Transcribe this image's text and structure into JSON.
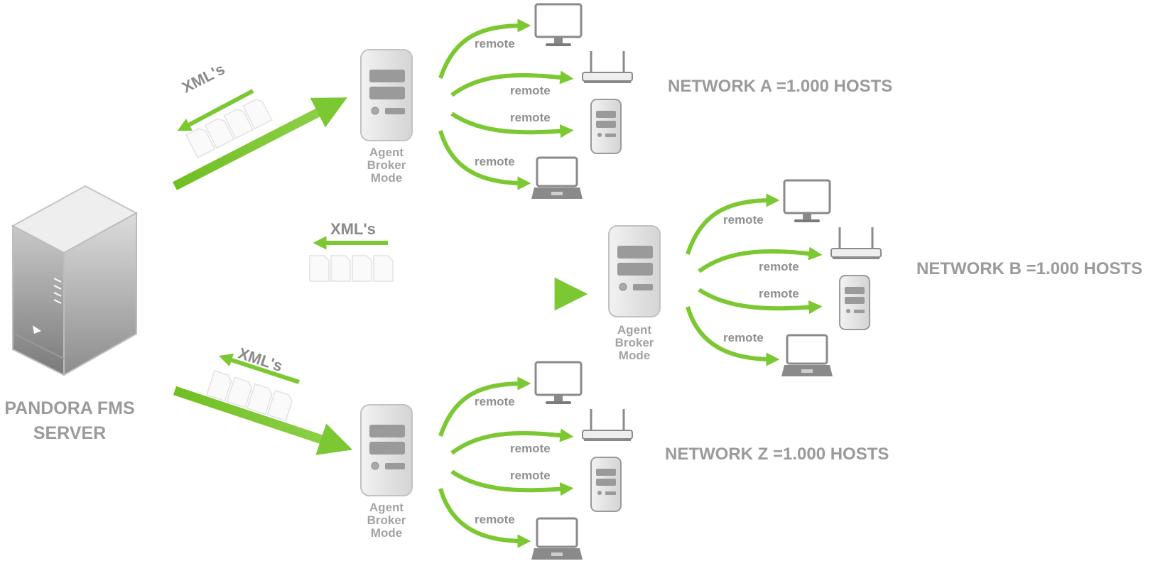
{
  "server": {
    "line1": "PANDORA FMS",
    "line2": "SERVER"
  },
  "xml_label": "XML's",
  "broker": {
    "line1": "Agent",
    "line2": "Broker",
    "line3": "Mode"
  },
  "remote_label": "remote",
  "networks": [
    {
      "id": "a",
      "label": "NETWORK A =1.000 HOSTS"
    },
    {
      "id": "b",
      "label": "NETWORK B =1.000 HOSTS"
    },
    {
      "id": "z",
      "label": "NETWORK Z =1.000 HOSTS"
    }
  ],
  "devices": [
    "monitor-icon",
    "router-icon",
    "tower-computer-icon",
    "laptop-icon"
  ],
  "colors": {
    "arrow_green": "#7cc833",
    "arrow_green_light": "#a6dc6e",
    "label_gray": "#9a9a9a"
  }
}
